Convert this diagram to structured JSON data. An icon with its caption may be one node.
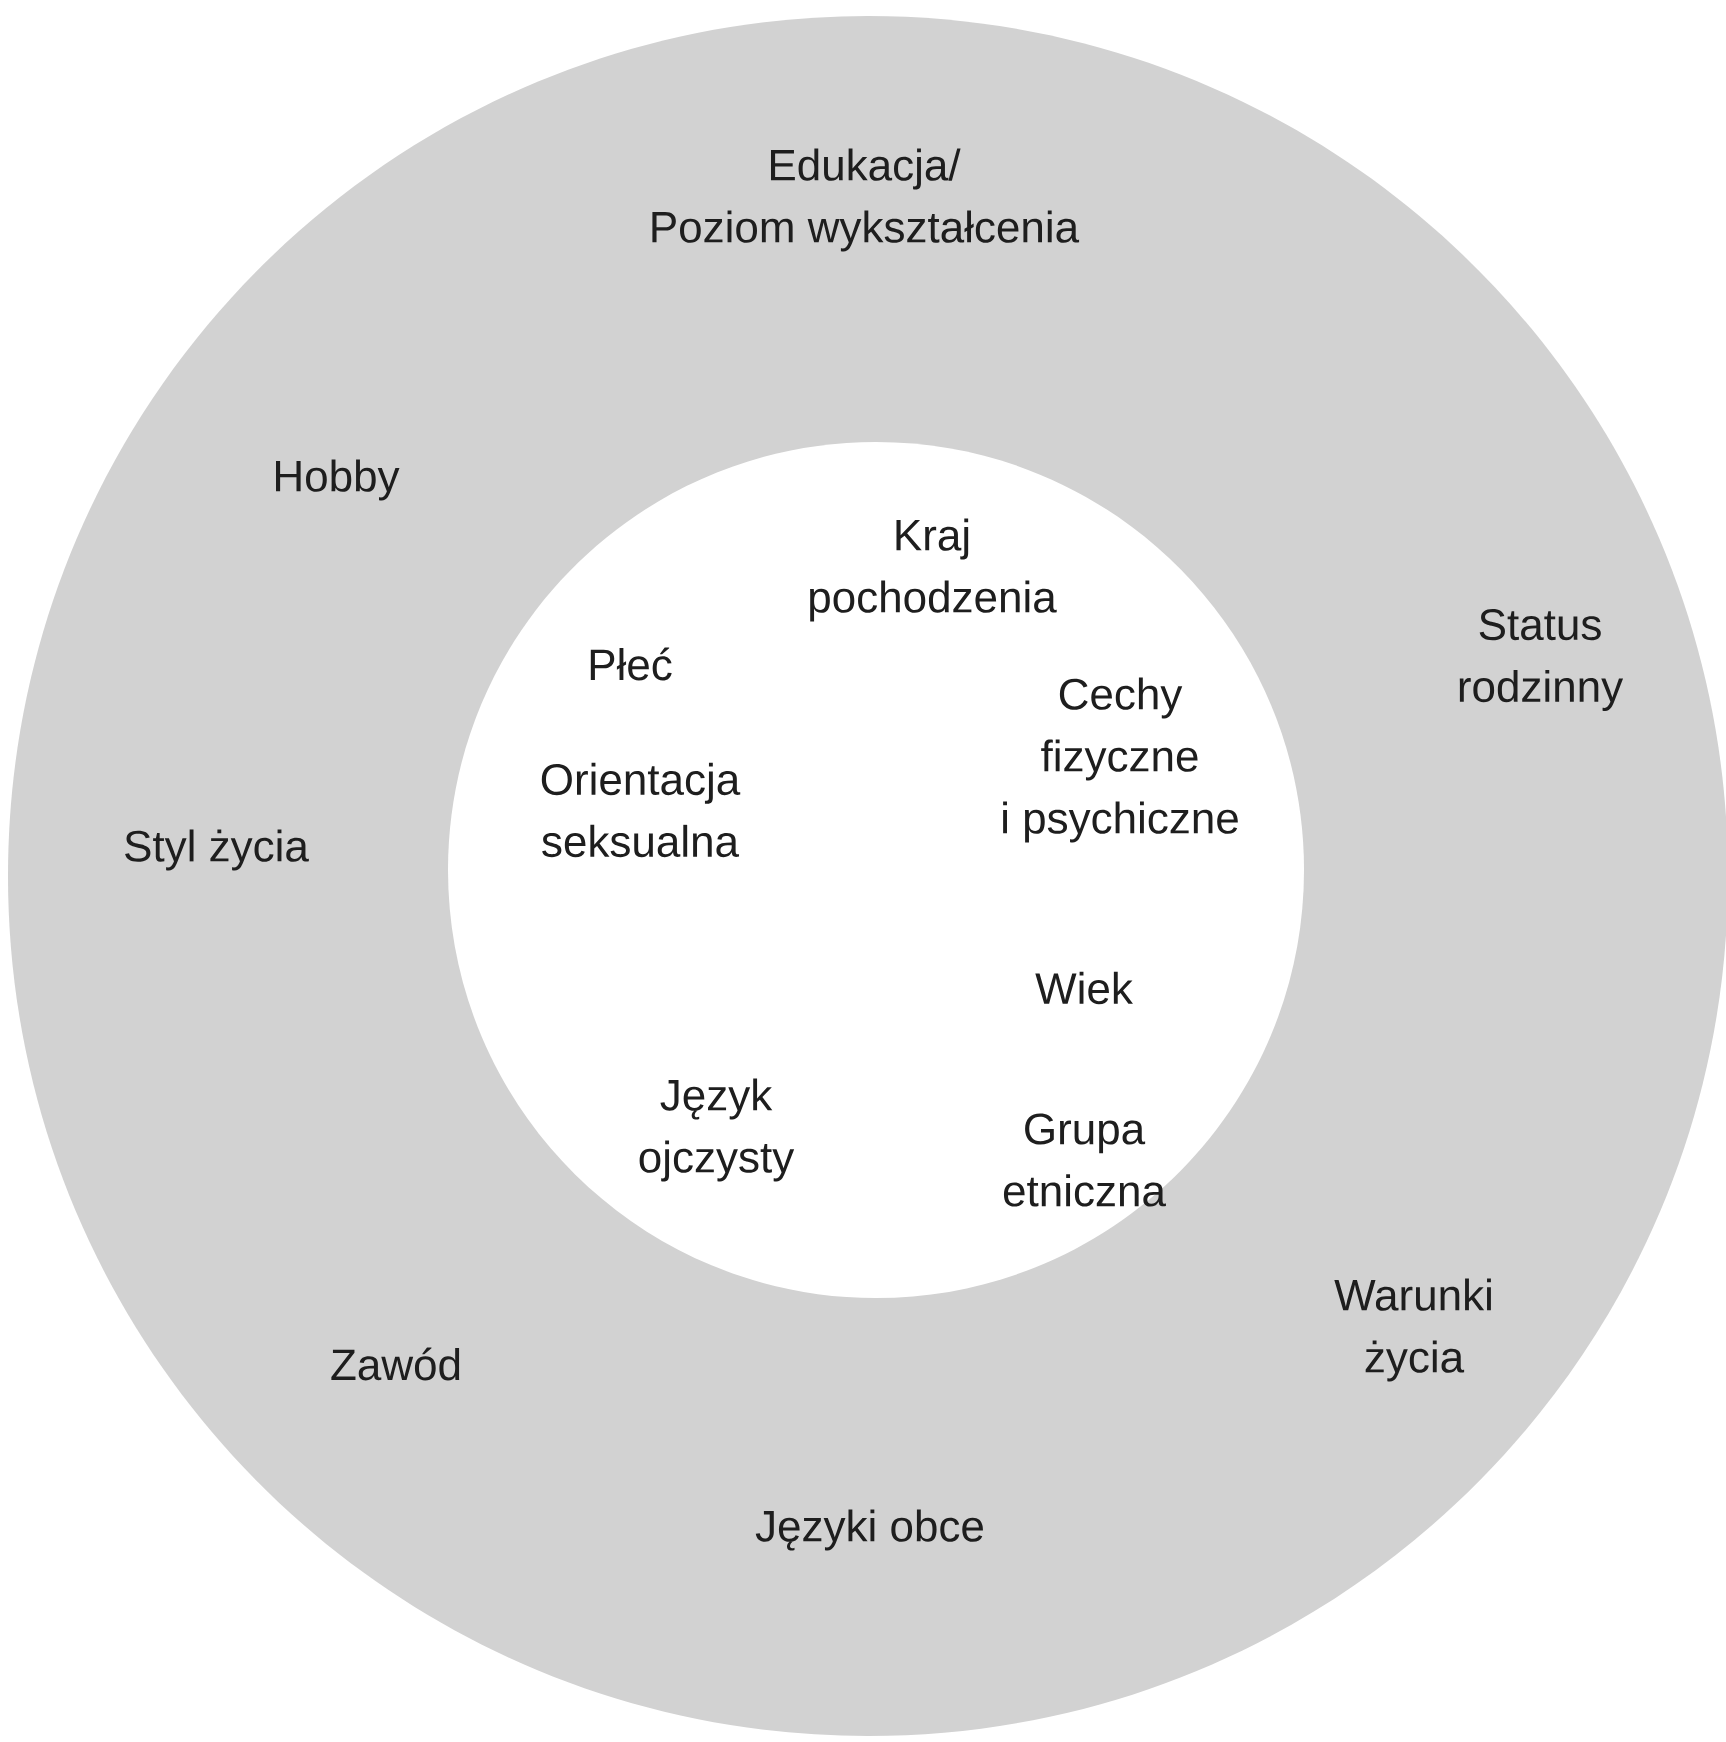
{
  "diagram": {
    "nodes": [
      {
        "text": [
          "Edukacja/ Poziom wykształcenia",
          "Hobby",
          "Status rodzinny",
          "Styl życia",
          "Zawód",
          "Warunki życia",
          "Języki obce"
        ]
      },
      {
        "text": [
          "Kraj pochodzenia",
          "Płeć",
          "Orientacja seksualna",
          "Cechy fizyczne i psychiczne",
          "Wiek",
          "Język ojczysty",
          "Grupa etniczna"
        ],
        "in": 0
      }
    ]
  }
}
